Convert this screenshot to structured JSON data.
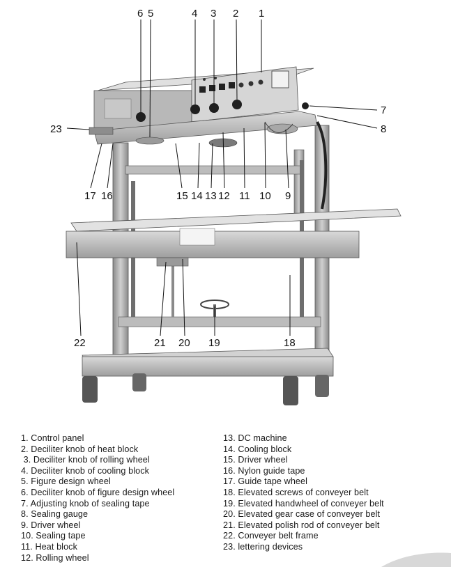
{
  "callouts": [
    "6",
    "5",
    "4",
    "3",
    "2",
    "1",
    "7",
    "23",
    "8",
    "17",
    "16",
    "15",
    "14",
    "13",
    "12",
    "11",
    "10",
    "9",
    "22",
    "21",
    "20",
    "19",
    "18"
  ],
  "legend_left": [
    "1.  Control panel",
    "2. Deciliter knob of heat block",
    " 3. Deciliter knob of rolling wheel",
    "4. Deciliter knob of cooling block",
    "5. Figure design wheel",
    "6. Deciliter knob of figure design wheel",
    "7. Adjusting knob of sealing tape",
    "8. Sealing gauge",
    "9. Driver wheel",
    "10. Sealing tape",
    "11. Heat block",
    "12. Rolling wheel"
  ],
  "legend_right": [
    "13. DC machine",
    "14. Cooling block",
    "15. Driver wheel",
    "16. Nylon guide tape",
    "17. Guide tape wheel",
    "18. Elevated screws of conveyer belt",
    "19. Elevated handwheel of conveyer belt",
    "20. Elevated gear case of conveyer belt",
    "21. Elevated polish rod of conveyer belt",
    "22. Conveyer belt frame",
    "23. lettering devices"
  ]
}
